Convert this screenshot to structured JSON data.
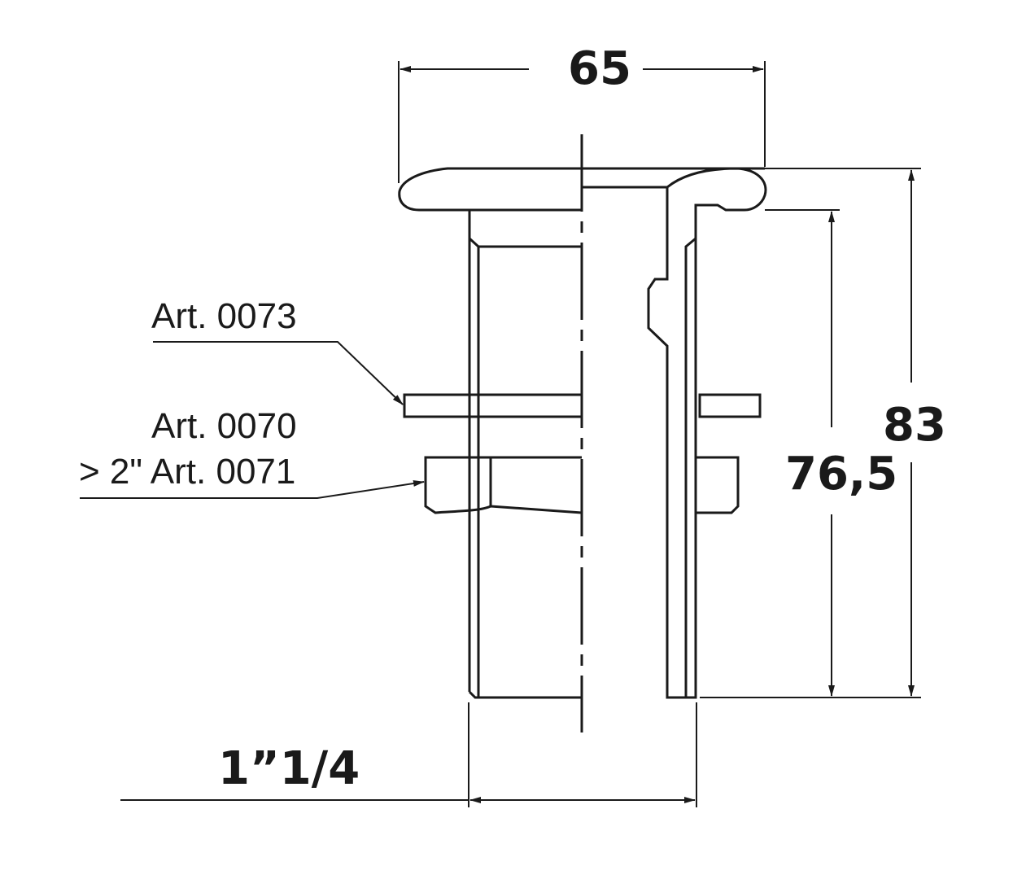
{
  "dimensions": {
    "width_overall": "65",
    "height_overall": "83",
    "height_under_flange": "76,5",
    "thread_size": "1”1/4"
  },
  "labels": {
    "washer": "Art. 0073",
    "nut": "Art. 0070",
    "nut_large": "> 2\" Art. 0071"
  },
  "colors": {
    "line": "#1a1a1a",
    "background": "#ffffff"
  }
}
